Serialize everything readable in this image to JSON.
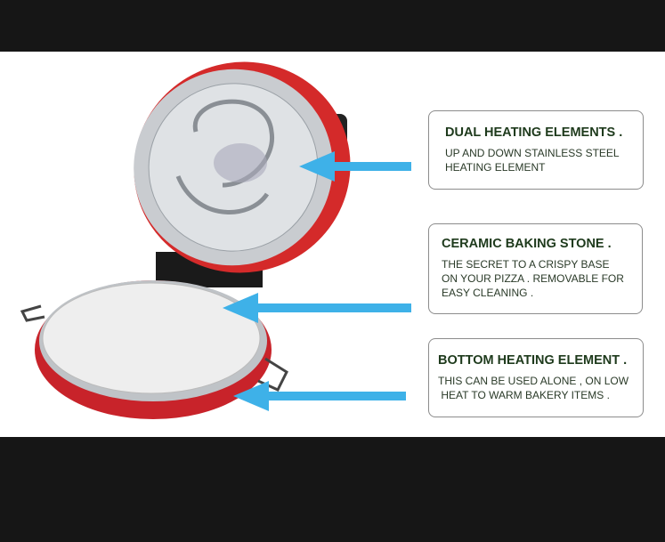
{
  "features": [
    {
      "title": "DUAL HEATING ELEMENTS .",
      "lines": [
        "UP AND DOWN STAINLESS STEEL",
        "HEATING ELEMENT"
      ]
    },
    {
      "title": "CERAMIC BAKING STONE .",
      "lines": [
        "THE SECRET TO A CRISPY BASE",
        "ON YOUR PIZZA . REMOVABLE FOR",
        "EASY CLEANING ."
      ]
    },
    {
      "title": "BOTTOM HEATING ELEMENT .",
      "lines": [
        "THIS CAN BE USED ALONE , ON LOW",
        " HEAT TO WARM BAKERY ITEMS ."
      ]
    }
  ],
  "colors": {
    "arrow": "#3eb1e8",
    "shell": "#d42a2a",
    "text": "#1e3a1c"
  }
}
